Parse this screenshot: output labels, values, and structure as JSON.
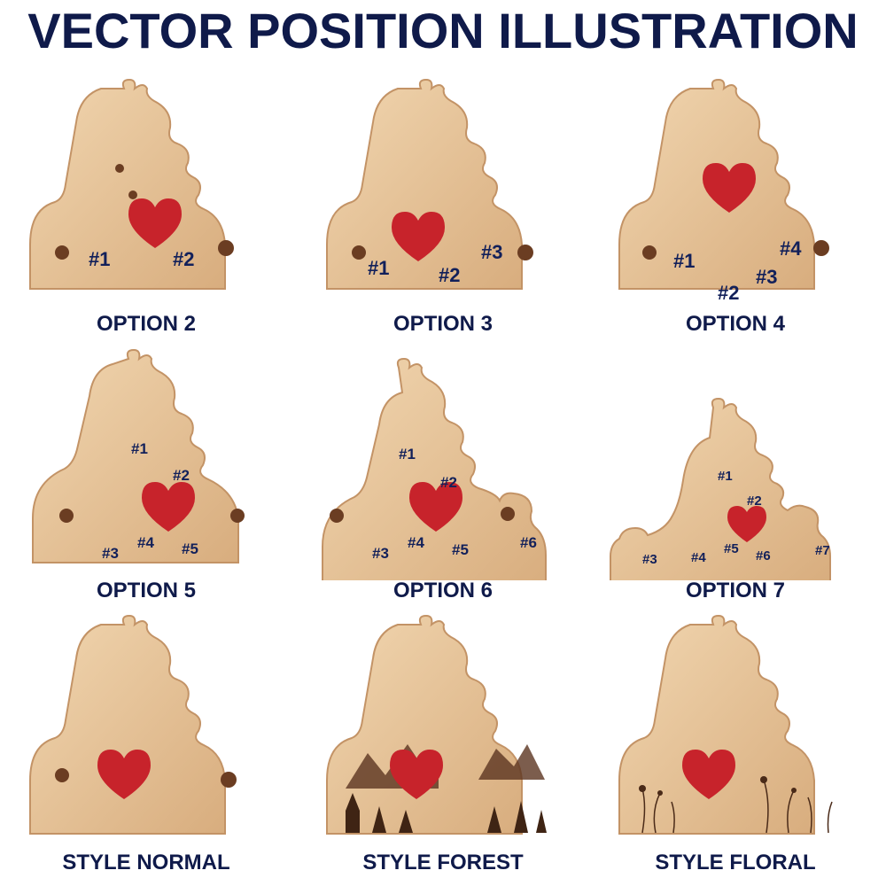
{
  "title": "VECTOR POSITION ILLUSTRATION",
  "colors": {
    "title": "#0f1a4a",
    "wood_light": "#e9c9a0",
    "wood_dark": "#c99a6a",
    "spot": "#6b3d22",
    "heart": "#c7232b",
    "number": "#12205a"
  },
  "panels": [
    {
      "caption": "OPTION 2",
      "numbers": [
        "#1",
        "#2"
      ]
    },
    {
      "caption": "OPTION 3",
      "numbers": [
        "#1",
        "#2",
        "#3"
      ]
    },
    {
      "caption": "OPTION 4",
      "numbers": [
        "#1",
        "#2",
        "#3",
        "#4"
      ]
    },
    {
      "caption": "OPTION 5",
      "numbers": [
        "#1",
        "#2",
        "#3",
        "#4",
        "#5"
      ]
    },
    {
      "caption": "OPTION 6",
      "numbers": [
        "#1",
        "#2",
        "#3",
        "#4",
        "#5",
        "#6"
      ]
    },
    {
      "caption": "OPTION 7",
      "numbers": [
        "#1",
        "#2",
        "#3",
        "#4",
        "#5",
        "#6",
        "#7"
      ]
    },
    {
      "caption": "STYLE NORMAL",
      "numbers": []
    },
    {
      "caption": "STYLE FOREST",
      "numbers": []
    },
    {
      "caption": "STYLE FLORAL",
      "numbers": []
    }
  ]
}
